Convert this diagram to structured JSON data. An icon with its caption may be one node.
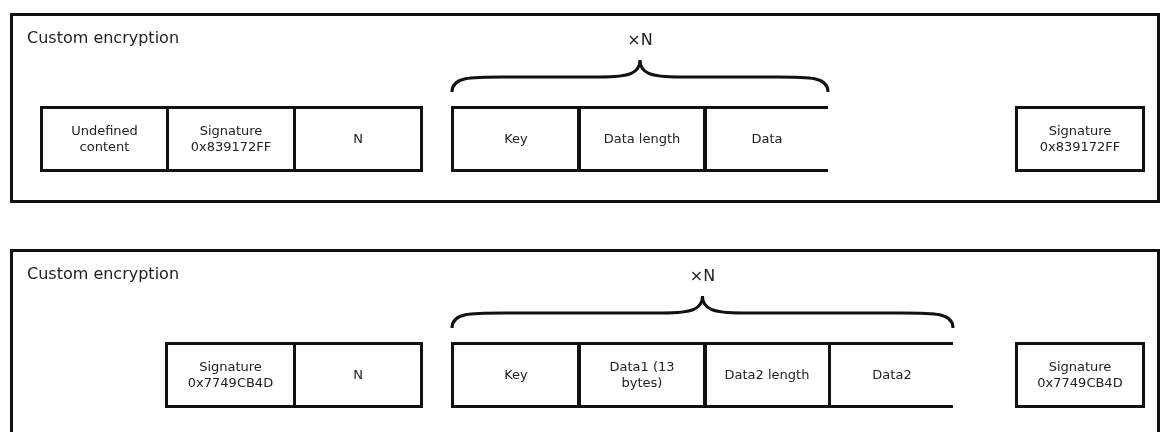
{
  "diagram": {
    "nodes": [
      {
        "text": [
          "Custom encryption"
        ]
      },
      {
        "text": [
          "Undefined content"
        ],
        "in": 0
      },
      {
        "text": [
          "Signature 0x839172FF"
        ],
        "in": 0
      },
      {
        "text": [
          "N"
        ],
        "in": 0
      },
      {
        "text": [
          "Key"
        ],
        "in": 0
      },
      {
        "text": [
          "Data length"
        ],
        "in": 0
      },
      {
        "text": [
          "Data"
        ],
        "in": 0
      },
      {
        "text": [
          "Signature 0x839172FF"
        ],
        "in": 0
      },
      {
        "text": [
          "Custom encryption"
        ]
      },
      {
        "text": [
          "Signature 0x7749CB4D"
        ],
        "in": 8
      },
      {
        "text": [
          "N"
        ],
        "in": 8
      },
      {
        "text": [
          "Key"
        ],
        "in": 8
      },
      {
        "text": [
          "Data1 (13 bytes)"
        ],
        "in": 8
      },
      {
        "text": [
          "Data2 length"
        ],
        "in": 8
      },
      {
        "text": [
          "Data2"
        ],
        "in": 8
      },
      {
        "text": [
          "Signature 0x7749CB4D"
        ],
        "in": 8
      }
    ],
    "labels": [
      "×N",
      "×N"
    ]
  }
}
